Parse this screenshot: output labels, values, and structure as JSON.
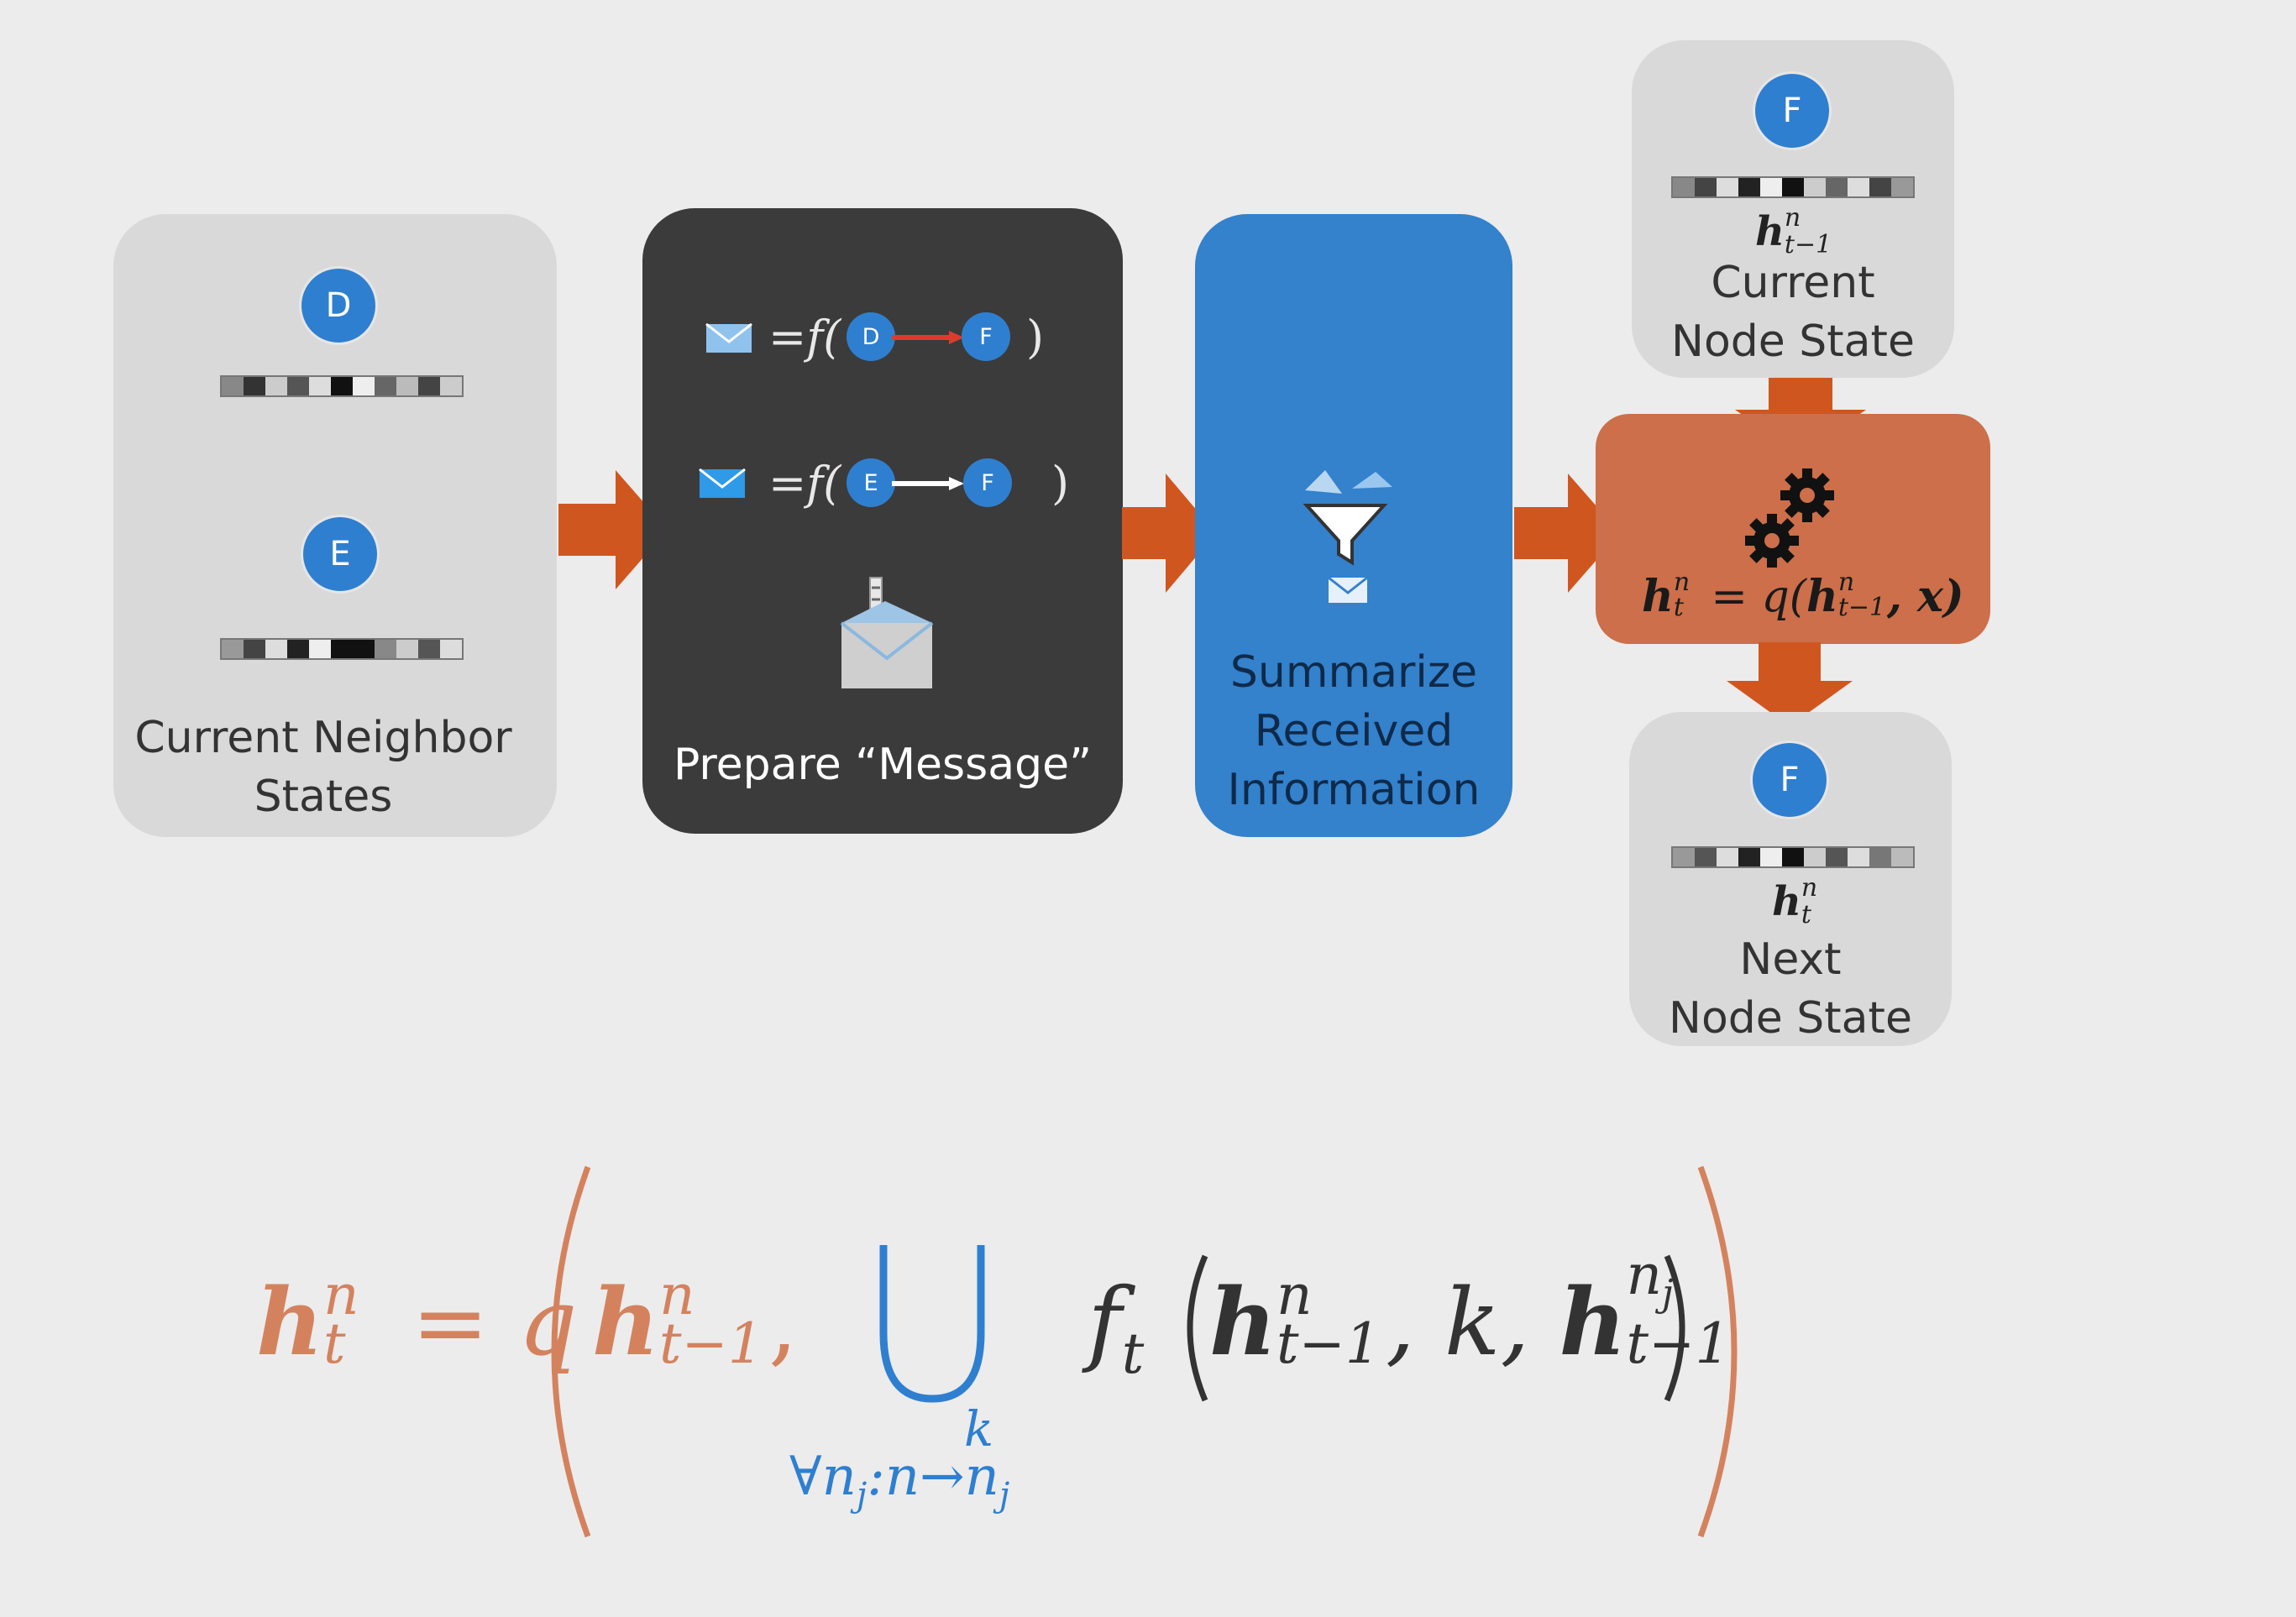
{
  "neighbor_box": {
    "node_d": "D",
    "node_e": "E",
    "label_line1": "Current Neighbor",
    "label_line2": "States"
  },
  "message_box": {
    "row1": {
      "prefix": "=f(",
      "from": "D",
      "to": "F",
      "suffix": ")"
    },
    "row2": {
      "prefix": "=f(",
      "from": "E",
      "to": "F",
      "suffix": ")"
    },
    "label": "Prepare “Message”"
  },
  "summarize_box": {
    "label_line1": "Summarize",
    "label_line2": "Received",
    "label_line3": "Information"
  },
  "current_state_box": {
    "node": "F",
    "symbol_base": "h",
    "symbol_sup": "n",
    "symbol_sub": "t−1",
    "label_line1": "Current",
    "label_line2": "Node State"
  },
  "update_box": {
    "lhs_base": "h",
    "lhs_sup": "n",
    "lhs_sub": "t",
    "eq": "= q(",
    "arg_base": "h",
    "arg_sup": "n",
    "arg_sub": "t−1",
    "rest": ", x)"
  },
  "next_state_box": {
    "node": "F",
    "symbol_base": "h",
    "symbol_sup": "n",
    "symbol_sub": "t",
    "label_line1": "Next",
    "label_line2": "Node State"
  },
  "formula": {
    "lhs_base": "h",
    "lhs_sup": "n",
    "lhs_sub": "t",
    "eq": "= q",
    "first_arg_base": "h",
    "first_arg_sup": "n",
    "first_arg_sub": "t−1",
    "comma": ",",
    "union_top": "k",
    "union_bottom": "∀n",
    "union_bottom_sub1": "j",
    "union_bottom_mid": ":n→n",
    "union_bottom_sub2": "j",
    "func": "f",
    "func_sub": "t",
    "inner_a_base": "h",
    "inner_a_sup": "n",
    "inner_a_sub": "t−1",
    "inner_mid": ", k, ",
    "inner_b_base": "h",
    "inner_b_sup": "n",
    "inner_b_sup_sub": "j",
    "inner_b_sub": "t−1"
  },
  "colors": {
    "orange": "#d0561f",
    "orange_box": "#cc6f4a",
    "blue": "#2f7fd0",
    "formula_orange": "#d4825e"
  }
}
